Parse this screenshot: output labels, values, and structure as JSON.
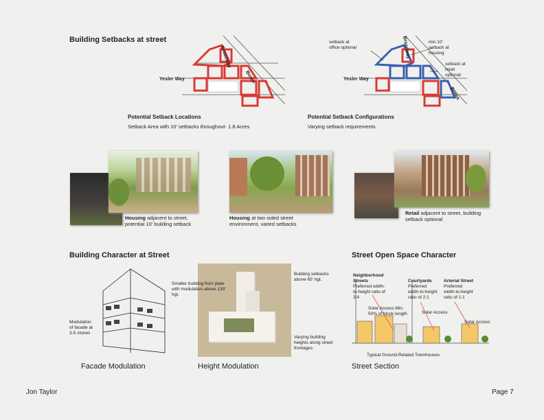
{
  "sections": {
    "setbacks": {
      "title": "Building Setbacks at street",
      "left_map": {
        "labels": {
          "yesler": "Yesler Way",
          "broadway": "Broadway",
          "boren": "Boren"
        },
        "caption_title": "Potential Setback Locations",
        "caption_text": "Setback Area with 10' setbacks throughout- 1.8 Acres"
      },
      "right_map": {
        "labels": {
          "yesler": "Yesler Way",
          "broadway": "Broadway",
          "boren": "Boren",
          "office": "setback at office optional",
          "housing": "min.10' setback at housing",
          "retail": "setback at retail optional"
        },
        "caption_title": "Potential Setback Configurations",
        "caption_text": "Varying setback requirements"
      }
    },
    "photos": [
      {
        "bold": "Housing",
        "text": " adjacent to street, potential 10' building setback"
      },
      {
        "bold": "Housing",
        "text": " at two sided street environment, varied setbacks"
      },
      {
        "bold": "Retail",
        "text": " adjacent to street, building setback optional"
      }
    ],
    "character": {
      "title": "Building Character at Street",
      "facade_note": "Modulation of facade at 3-5 stories",
      "facade_caption": "Facade Modulation",
      "height_note1": "Smaller building floor plate with modulation above 130' hgt.",
      "height_note2": "Building setbacks above 65' hgt.",
      "height_note3": "Varying building heights along street frontages",
      "height_caption": "Height Modulation"
    },
    "open_space": {
      "title": "Street Open Space Character",
      "col1_title": "Neighborhood Streets",
      "col1_text": "Preferred width-to-height ratio of 3:4",
      "col2_title": "Courtyards",
      "col2_text": "Preferred width-to-height ratio of 2:1",
      "col3_title": "Arterial Street",
      "col3_text": "Preferred width-to-height ratio of 1:1",
      "solar1": "Solar Access Min. 50% of block length",
      "solar2": "Solar Access",
      "solar3": "Solar Access",
      "townhouses": "Typical Ground-Related Townhouses",
      "caption": "Street Section"
    }
  },
  "footer": {
    "author": "Jon Taylor",
    "page": "Page  7"
  }
}
